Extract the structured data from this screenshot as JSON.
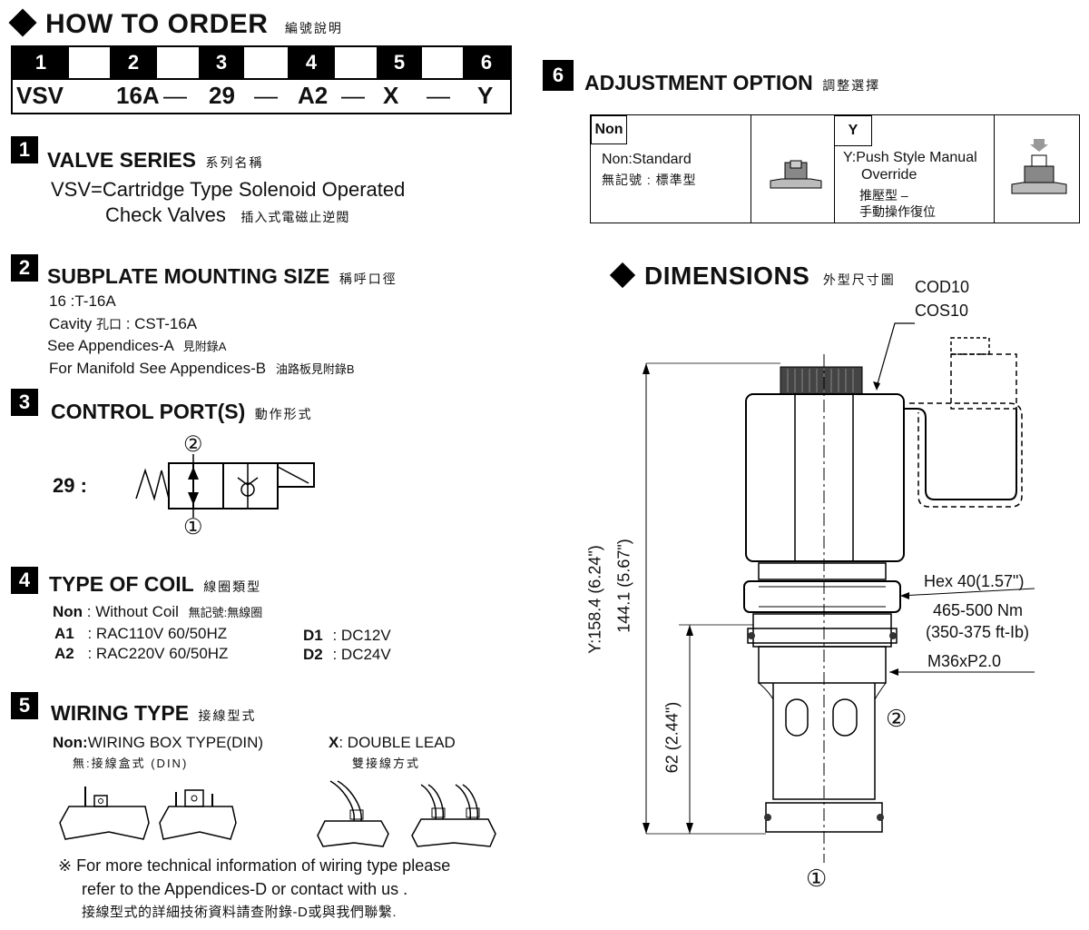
{
  "header": {
    "title": "HOW TO  ORDER",
    "title_zh": "編號說明"
  },
  "order": {
    "nums": [
      "1",
      "2",
      "3",
      "4",
      "5",
      "6"
    ],
    "code": [
      "VSV",
      "16A",
      "29",
      "A2",
      "X",
      "Y"
    ],
    "dash": "—"
  },
  "s1": {
    "num": "1",
    "title": "VALVE SERIES",
    "title_zh": "系列名稱",
    "line1": "VSV=Cartridge Type Solenoid Operated",
    "line2": "Check Valves",
    "line2_zh": "插入式電磁止逆閥"
  },
  "s2": {
    "num": "2",
    "title": "SUBPLATE MOUNTING SIZE",
    "title_zh": "稱呼口徑",
    "l1": "16 :T-16A",
    "l2a": "Cavity",
    "l2zh": "孔口",
    "l2b": ": CST-16A",
    "l3": "See Appendices-A",
    "l3zh": "見附錄A",
    "l4": "For Manifold See Appendices-B",
    "l4zh": "油路板見附錄B"
  },
  "s3": {
    "num": "3",
    "title": "CONTROL PORT(S)",
    "title_zh": "動作形式",
    "code": "29 :",
    "port_top": "②",
    "port_bottom": "①"
  },
  "s4": {
    "num": "4",
    "title": "TYPE OF COIL",
    "title_zh": "線圈類型",
    "non_key": "Non",
    "non_val": ": Without Coil",
    "non_zh": "無記號:無線圈",
    "a1k": "A1",
    "a1v": ": RAC110V  60/50HZ",
    "a2k": "A2",
    "a2v": ": RAC220V  60/50HZ",
    "d1k": "D1",
    "d1v": ": DC12V",
    "d2k": "D2",
    "d2v": ": DC24V"
  },
  "s5": {
    "num": "5",
    "title": "WIRING TYPE",
    "title_zh": "接線型式",
    "non_key": "Non:",
    "non_val": "WIRING BOX TYPE(DIN)",
    "non_zh": "無:接線盒式 (DIN)",
    "x_key": "X",
    "x_val": ": DOUBLE LEAD",
    "x_zh": "雙接線方式",
    "note1": "※ For more technical information of wiring type  please",
    "note2": "refer to the Appendices-D or contact with us .",
    "note3": "接線型式的詳細技術資料請查附錄-D或與我們聯繫."
  },
  "s6": {
    "num": "6",
    "title": "ADJUSTMENT OPTION",
    "title_zh": "調整選擇",
    "non_tag": "Non",
    "non_l1": "Non:Standard",
    "non_l2": "無記號 : 標準型",
    "y_tag": "Y",
    "y_l1": "Y:Push Style Manual",
    "y_l2": "Override",
    "y_l3": "推壓型 –",
    "y_l4": "手動操作復位"
  },
  "dims": {
    "title": "DIMENSIONS",
    "title_zh": "外型尺寸圖",
    "cod": "COD10",
    "cos": "COS10",
    "hex": "Hex 40(1.57\")",
    "torque": "465-500 Nm",
    "torque_ft": "(350-375 ft-Ib)",
    "thread": "M36xP2.0",
    "total": "Y:158.4 (6.24\")",
    "body": "144.1 (5.67\")",
    "lower": "62 (2.44\")",
    "port2": "②",
    "port1": "①"
  }
}
